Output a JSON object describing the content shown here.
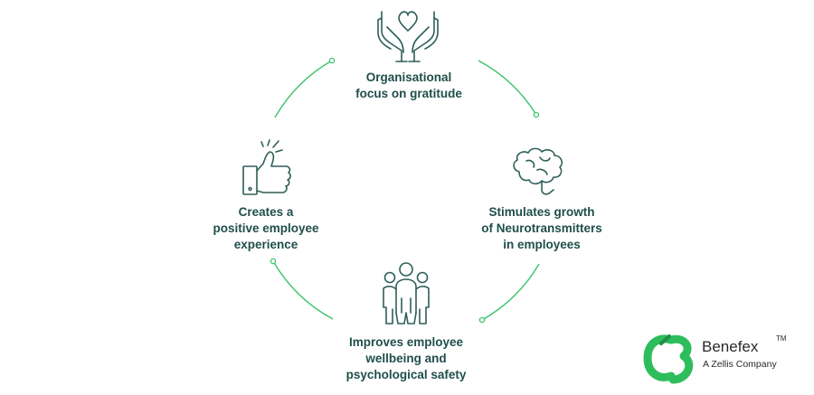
{
  "nodes": [
    {
      "id": "gratitude",
      "icon": "hands-heart-icon",
      "lines": [
        "Organisational",
        "focus on gratitude"
      ]
    },
    {
      "id": "neurotransmitters",
      "icon": "brain-icon",
      "lines": [
        "Stimulates growth",
        "of Neurotransmitters",
        "in employees"
      ]
    },
    {
      "id": "wellbeing",
      "icon": "people-group-icon",
      "lines": [
        "Improves employee",
        "wellbeing and",
        "psychological safety"
      ]
    },
    {
      "id": "experience",
      "icon": "thumbs-up-icon",
      "lines": [
        "Creates a",
        "positive employee",
        "experience"
      ]
    }
  ],
  "brand": {
    "name": "Benefex",
    "trademark": "TM",
    "tagline": "A Zellis Company",
    "icon": "benefex-logo-icon"
  },
  "colors": {
    "text": "#1f4e4a",
    "icon_stroke": "#2e5f58",
    "arc": "#3cc46a",
    "logo": "#2dbd5c"
  }
}
